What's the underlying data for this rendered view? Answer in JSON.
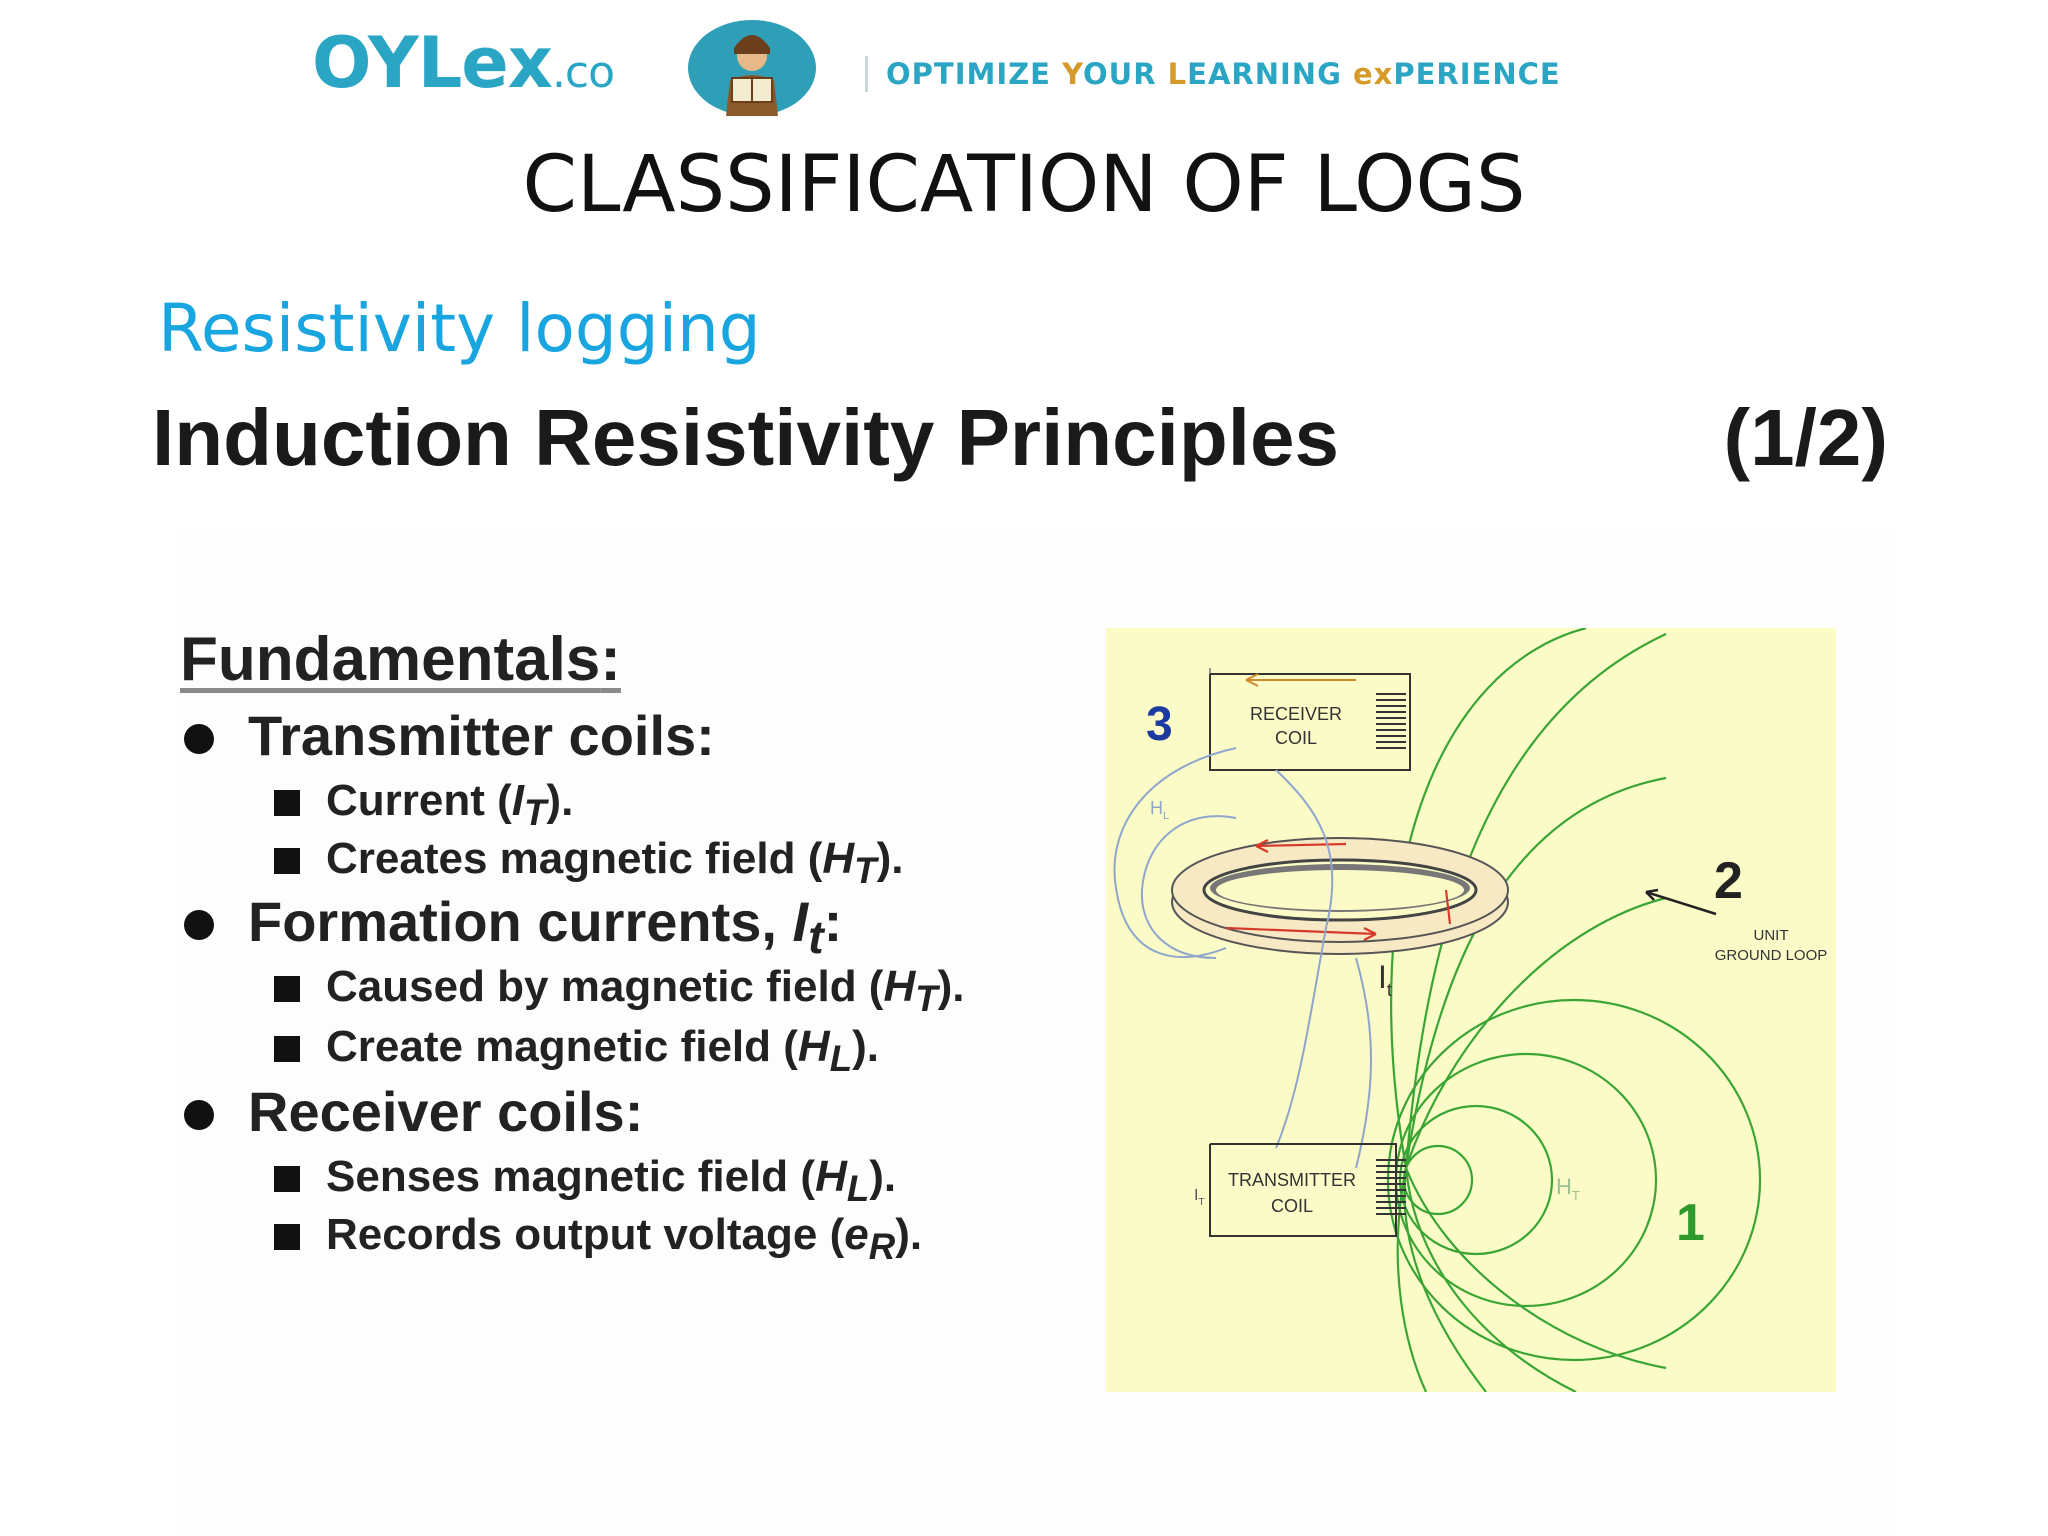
{
  "header": {
    "logo_main": "OYLex",
    "logo_suffix": ".co",
    "avatar_icon": "reader-avatar-icon",
    "tagline_parts": [
      "OPTIMIZE ",
      "Y",
      "OUR ",
      "L",
      "EARNING ",
      "ex",
      "PERIENCE"
    ]
  },
  "slide": {
    "title": "CLASSIFICATION OF LOGS",
    "section": "Resistivity logging",
    "heading": "Induction Resistivity Principles",
    "page": "(1/2)"
  },
  "fundamentals": {
    "title": "Fundamentals",
    "colon": ":",
    "items": [
      {
        "label": "Transmitter coils:",
        "subs": [
          {
            "text": "Current (",
            "sym": "I",
            "sub": "T",
            "tail": ")."
          },
          {
            "text": "Creates magnetic field (",
            "sym": "H",
            "sub": "T",
            "tail": ")."
          }
        ]
      },
      {
        "label": "Formation currents, ",
        "sym": "I",
        "sub": "t",
        "tail": ":",
        "subs": [
          {
            "text": "Caused by magnetic field (",
            "sym": "H",
            "sub": "T",
            "tail": ")."
          },
          {
            "text": "Create magnetic field (",
            "sym": "H",
            "sub": "L",
            "tail": ")."
          }
        ]
      },
      {
        "label": "Receiver coils:",
        "subs": [
          {
            "text": "Senses magnetic field (",
            "sym": "H",
            "sub": "L",
            "tail": ")."
          },
          {
            "text": "Records output voltage (",
            "sym": "e",
            "sub": "R",
            "tail": ")."
          }
        ]
      }
    ]
  },
  "diagram": {
    "background": "#fbfbc8",
    "receiver_label_1": "RECEIVER",
    "receiver_label_2": "COIL",
    "transmitter_label_1": "TRANSMITTER",
    "transmitter_label_2": "COIL",
    "ground_loop_label_1": "UNIT",
    "ground_loop_label_2": "GROUND LOOP",
    "num_1": "1",
    "num_2": "2",
    "num_3": "3",
    "it_label": "I",
    "it_sub": "t",
    "ht_label": "H",
    "ht_sub": "T",
    "hl_label": "H",
    "hl_sub": "L",
    "it_tx_label": "I",
    "it_tx_sub": "T"
  }
}
